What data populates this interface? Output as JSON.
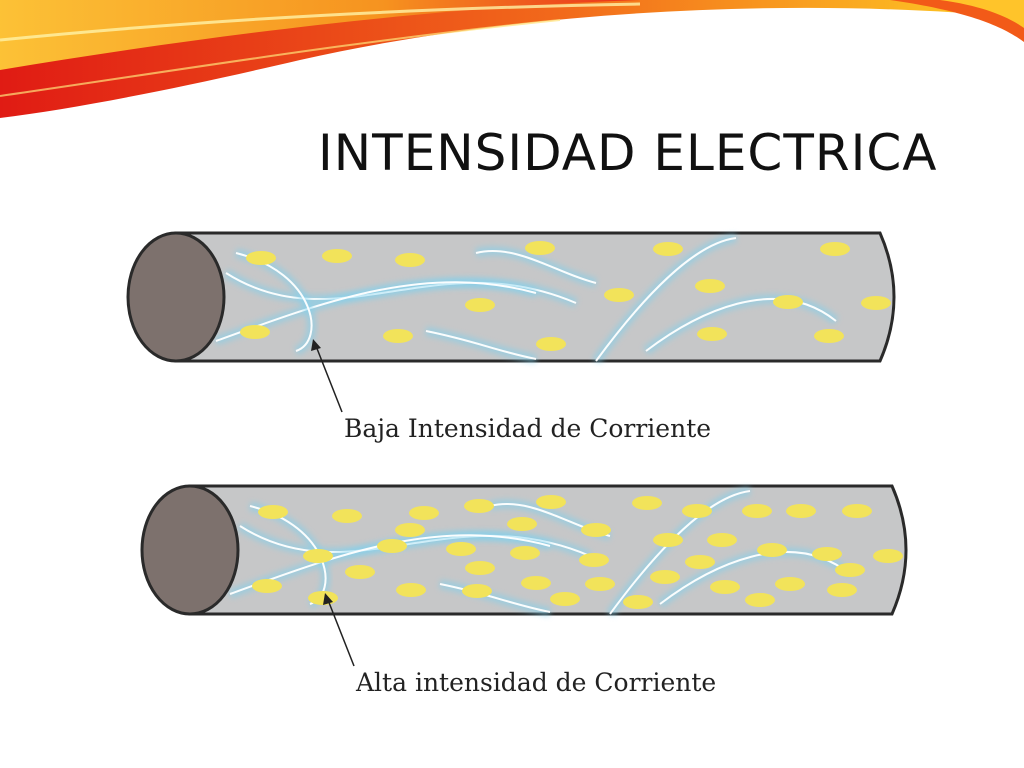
{
  "slide": {
    "title": "INTENSIDAD ELECTRICA"
  },
  "diagram": {
    "wires": [
      {
        "caption": "Baja Intensidad de Corriente",
        "electron_count": 16
      },
      {
        "caption": "Alta intensidad de Corriente",
        "electron_count": 40
      }
    ]
  },
  "colors": {
    "wire_body": "#c6c7c8",
    "wire_end": "#7d716d",
    "electron": "#f2e35a",
    "glow": "#7ed0ee",
    "outline": "#2a2a2a",
    "swoosh_red": "#e8261c",
    "swoosh_orange": "#f78a1f",
    "swoosh_yellow": "#ffd21f"
  }
}
